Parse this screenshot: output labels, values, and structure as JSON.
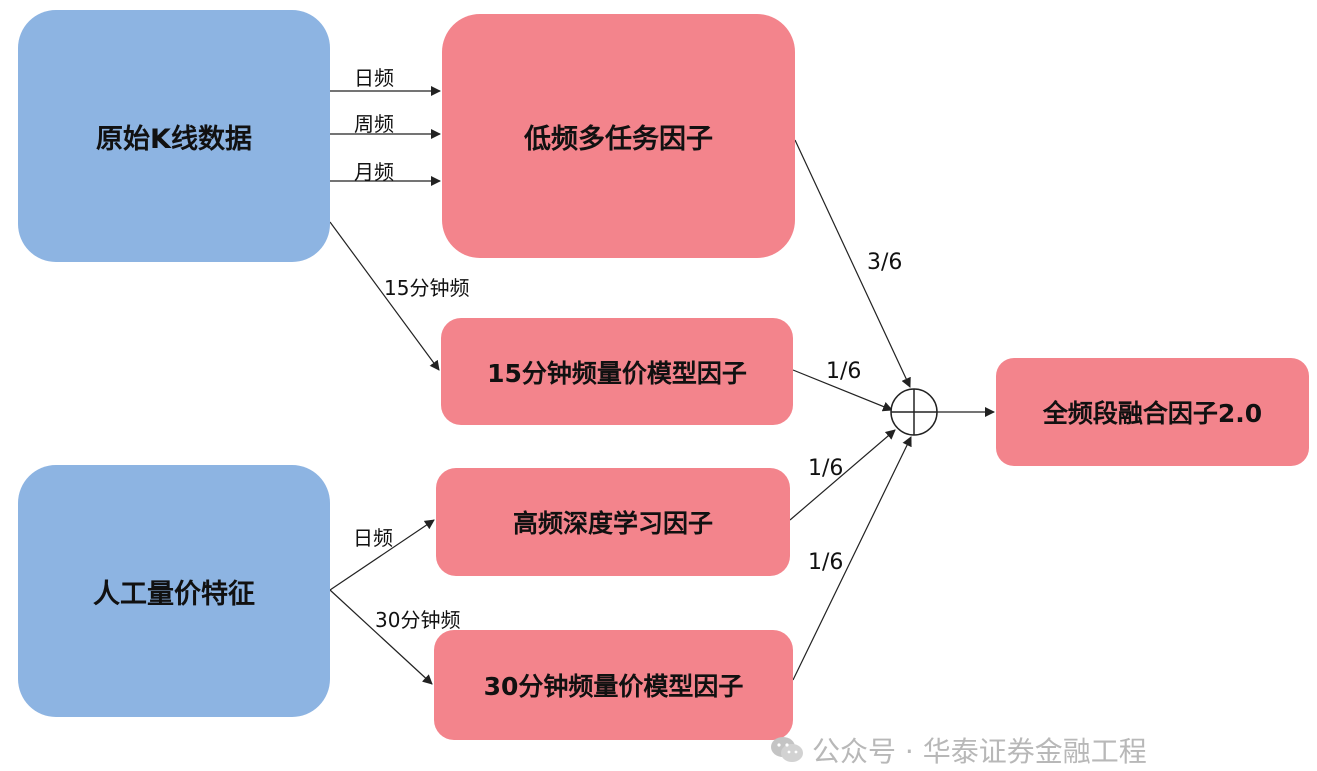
{
  "nodes": {
    "raw_kline": "原始K线数据",
    "manual_features": "人工量价特征",
    "low_freq": "低频多任务因子",
    "m15_model": "15分钟频量价模型因子",
    "hf_deep": "高频深度学习因子",
    "m30_model": "30分钟频量价模型因子",
    "fusion": "全频段融合因子2.0",
    "sum_symbol": "⊕"
  },
  "edge_labels": {
    "daily_1": "日频",
    "weekly": "周频",
    "monthly": "月频",
    "min15": "15分钟频",
    "daily_2": "日频",
    "min30": "30分钟频",
    "w_low": "3/6",
    "w_15": "1/6",
    "w_hf": "1/6",
    "w_30": "1/6"
  },
  "watermark": "公众号 · 华泰证券金融工程",
  "colors": {
    "source_box": "#8db4e2",
    "factor_box": "#f3848c",
    "line": "#222222",
    "watermark": "#b8b8b8"
  }
}
